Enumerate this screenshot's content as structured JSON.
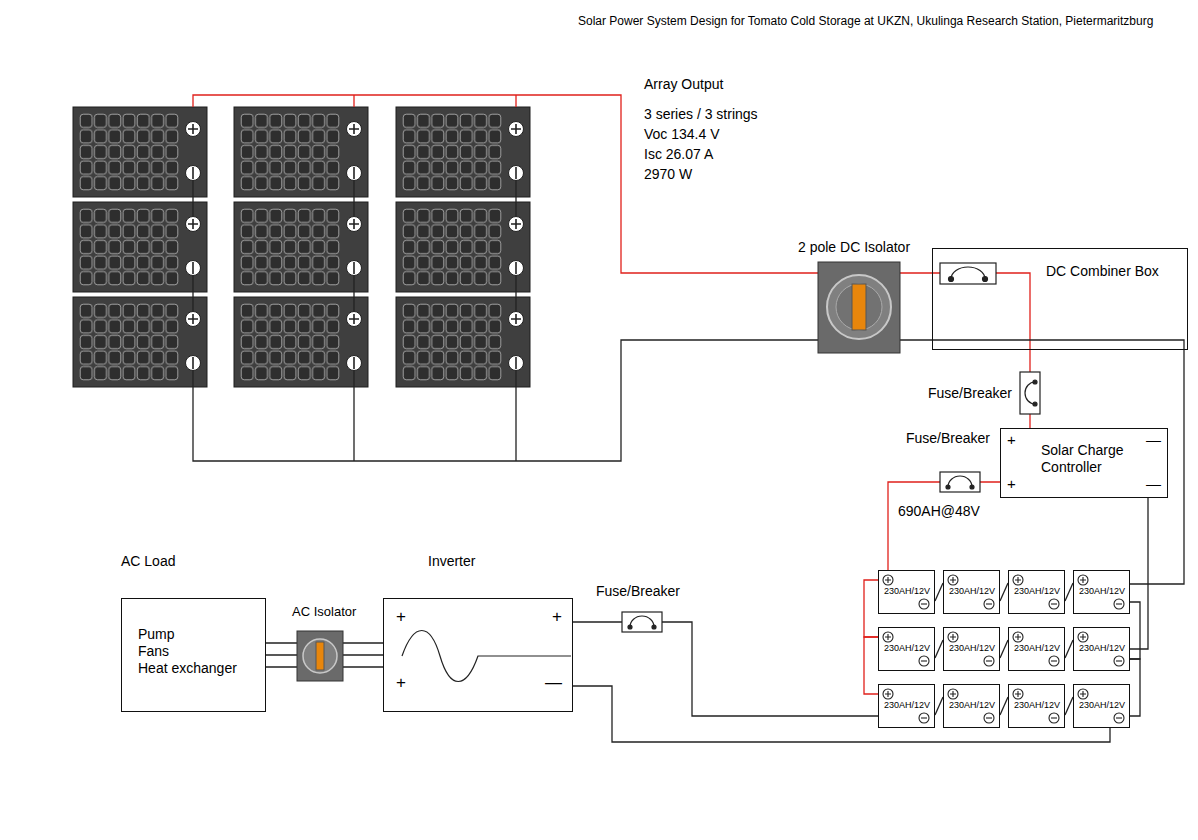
{
  "diagram": {
    "title": "Solar Power System Design for Tomato Cold Storage at UKZN, Ukulinga Research Station, Pietermaritzburg",
    "nodes": [
      {
        "text": [
          "DC Combiner Box"
        ]
      },
      {
        "text": [
          "Solar Charge Controller",
          "+",
          "+",
          "—",
          "—"
        ]
      },
      {
        "text": [
          "AC Load",
          "Pump",
          "Fans",
          "Heat exchanger"
        ]
      },
      {
        "text": [
          "Inverter",
          "+",
          "+",
          "+",
          "—"
        ]
      },
      {
        "text": [
          "230AH/12V"
        ]
      },
      {
        "text": [
          "230AH/12V"
        ]
      },
      {
        "text": [
          "230AH/12V"
        ]
      },
      {
        "text": [
          "230AH/12V"
        ]
      },
      {
        "text": [
          "230AH/12V"
        ]
      },
      {
        "text": [
          "230AH/12V"
        ]
      },
      {
        "text": [
          "230AH/12V"
        ]
      },
      {
        "text": [
          "230AH/12V"
        ]
      },
      {
        "text": [
          "230AH/12V"
        ]
      },
      {
        "text": [
          "230AH/12V"
        ]
      },
      {
        "text": [
          "230AH/12V"
        ]
      },
      {
        "text": [
          "230AH/12V"
        ]
      }
    ],
    "edges": [
      {
        "from": 0,
        "to": 1,
        "arrow": "none"
      },
      {
        "from": 0,
        "to": 7,
        "arrow": "none"
      },
      {
        "from": 1,
        "to": 4,
        "arrow": "none"
      },
      {
        "from": 1,
        "to": 11,
        "arrow": "none"
      },
      {
        "from": 2,
        "to": 3,
        "arrow": "none"
      },
      {
        "from": 3,
        "to": 12,
        "arrow": "none"
      },
      {
        "from": 3,
        "to": 15,
        "arrow": "none"
      },
      {
        "from": 4,
        "to": 5,
        "arrow": "none"
      },
      {
        "from": 5,
        "to": 6,
        "arrow": "none"
      },
      {
        "from": 6,
        "to": 7,
        "arrow": "none"
      },
      {
        "from": 8,
        "to": 9,
        "arrow": "none"
      },
      {
        "from": 9,
        "to": 10,
        "arrow": "none"
      },
      {
        "from": 10,
        "to": 11,
        "arrow": "none"
      },
      {
        "from": 12,
        "to": 13,
        "arrow": "none"
      },
      {
        "from": 13,
        "to": 14,
        "arrow": "none"
      },
      {
        "from": 14,
        "to": 15,
        "arrow": "none"
      },
      {
        "from": 4,
        "to": 8,
        "arrow": "none"
      },
      {
        "from": 8,
        "to": 12,
        "arrow": "none"
      },
      {
        "from": 7,
        "to": 11,
        "arrow": "none"
      },
      {
        "from": 11,
        "to": 15,
        "arrow": "none"
      }
    ],
    "labels": [
      "Array Output",
      "3 series / 3 strings",
      "Voc 134.4 V",
      "Isc 26.07 A",
      "2970 W",
      "2 pole DC Isolator",
      "Fuse/Breaker",
      "Fuse/Breaker",
      "690AH@48V",
      "AC Isolator",
      "Fuse/Breaker"
    ]
  }
}
